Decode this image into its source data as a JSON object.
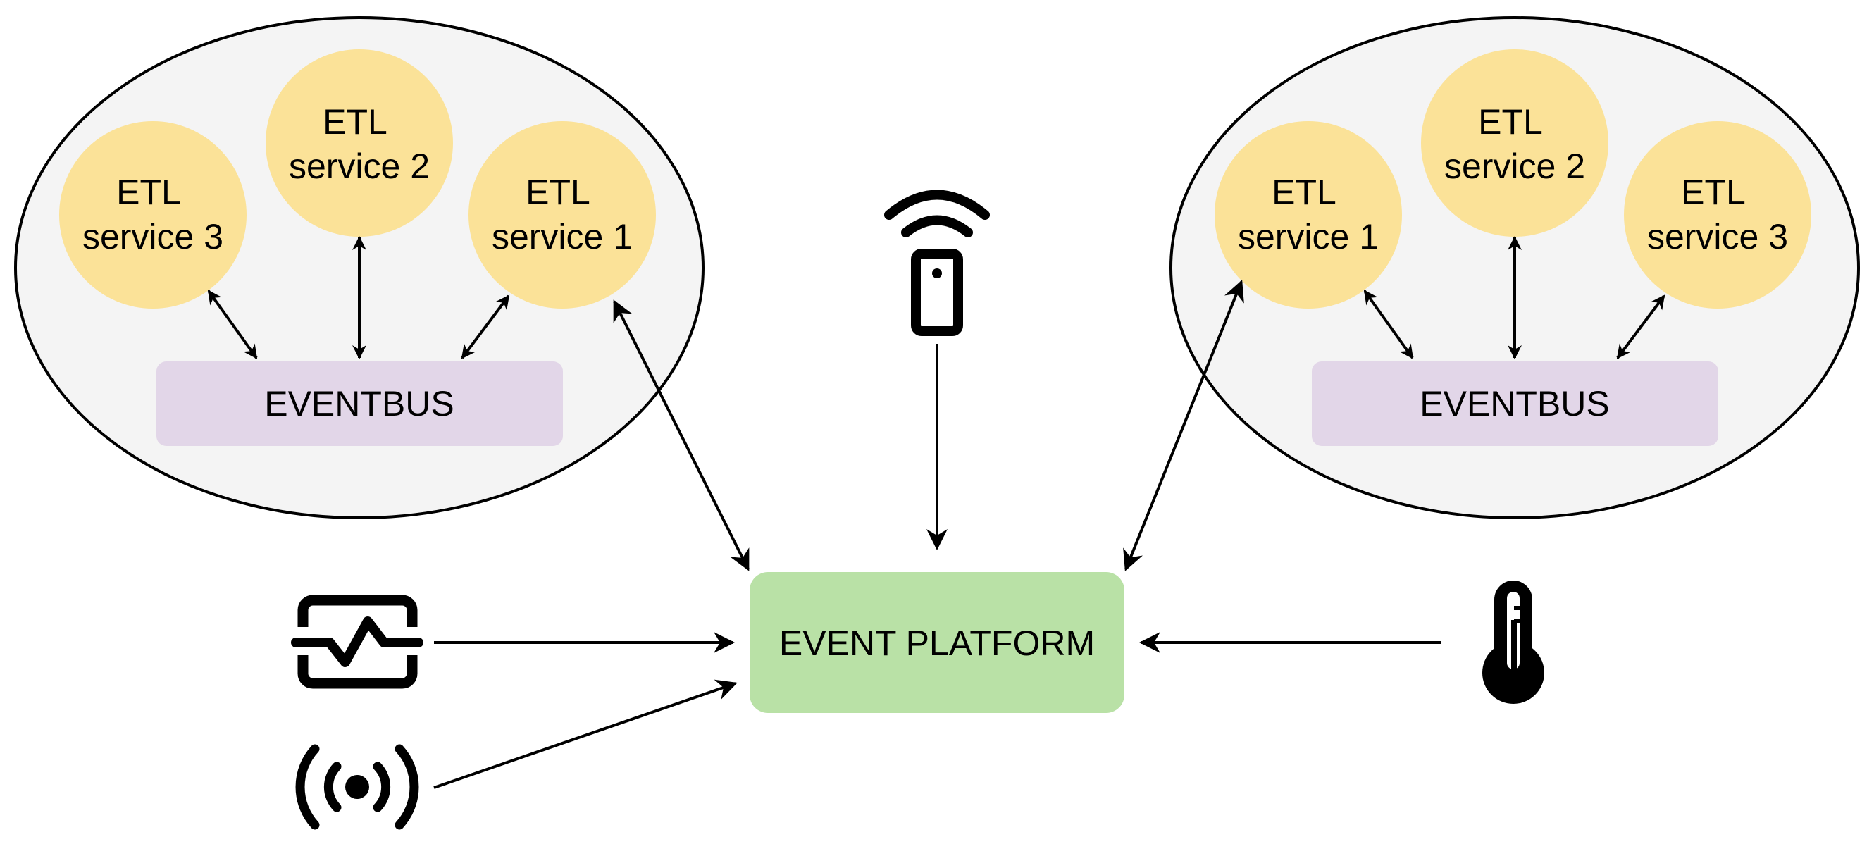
{
  "clusters": [
    {
      "services": [
        {
          "line1": "ETL",
          "line2": "service 3"
        },
        {
          "line1": "ETL",
          "line2": "service 2"
        },
        {
          "line1": "ETL",
          "line2": "service 1"
        }
      ],
      "eventbus_label": "EVENTBUS"
    },
    {
      "services": [
        {
          "line1": "ETL",
          "line2": "service 1"
        },
        {
          "line1": "ETL",
          "line2": "service 2"
        },
        {
          "line1": "ETL",
          "line2": "service 3"
        }
      ],
      "eventbus_label": "EVENTBUS"
    }
  ],
  "platform": {
    "label": "EVENT PLATFORM"
  },
  "sources": [
    {
      "icon": "remote-sensor-icon"
    },
    {
      "icon": "pulse-monitor-icon"
    },
    {
      "icon": "broadcast-icon"
    },
    {
      "icon": "thermometer-icon"
    }
  ],
  "colors": {
    "cluster_fill": "#f4f4f4",
    "service_fill": "#fbe298",
    "eventbus_fill": "#e2d6e8",
    "platform_fill": "#b9e1a6",
    "stroke": "#000000"
  }
}
